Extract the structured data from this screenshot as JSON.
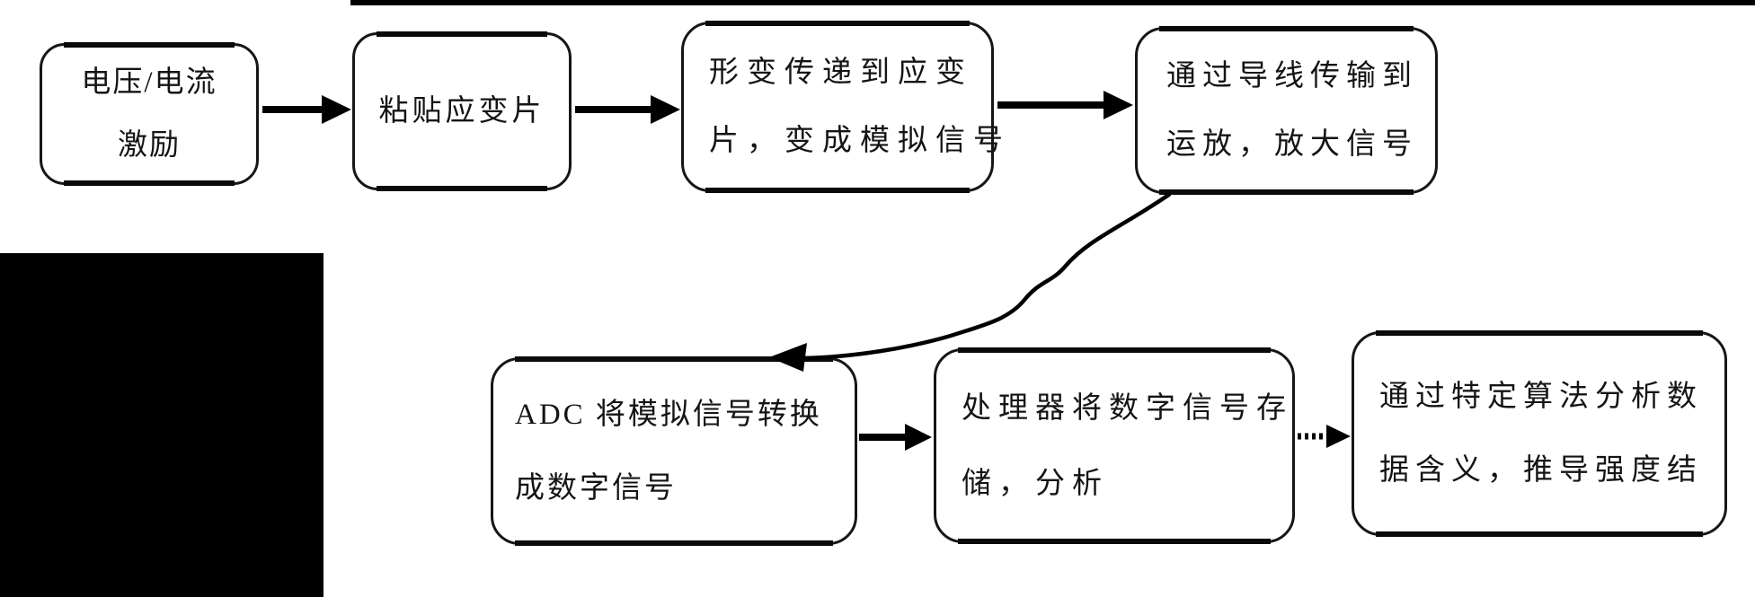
{
  "diagram": {
    "type": "flowchart",
    "description_lang": "zh-CN",
    "colors": {
      "stroke": "#000000",
      "fill": "#ffffff",
      "text": "#141414",
      "redaction": "#000000"
    },
    "boxes": [
      {
        "id": "excitation",
        "lines": [
          "电压/电流",
          "激励"
        ]
      },
      {
        "id": "attach-gauge",
        "lines": [
          "粘贴应变片"
        ]
      },
      {
        "id": "deformation",
        "lines": [
          "形变传递到应变",
          "片，变成模拟信号"
        ]
      },
      {
        "id": "opamp",
        "lines": [
          "通过导线传输到",
          "运放，放大信号"
        ]
      },
      {
        "id": "adc",
        "lines": [
          "ADC 将模拟信号转换",
          "成数字信号"
        ]
      },
      {
        "id": "processor",
        "lines": [
          "处理器将数字信号存",
          "储，分析"
        ]
      },
      {
        "id": "algorithm",
        "lines": [
          "通过特定算法分析数",
          "据含义，推导强度结"
        ]
      }
    ],
    "connectors": [
      {
        "from": "excitation",
        "to": "attach-gauge",
        "style": "solid-arrow"
      },
      {
        "from": "attach-gauge",
        "to": "deformation",
        "style": "solid-arrow"
      },
      {
        "from": "deformation",
        "to": "opamp",
        "style": "solid-arrow"
      },
      {
        "from": "opamp",
        "to": "adc",
        "style": "s-curve-arrow"
      },
      {
        "from": "adc",
        "to": "processor",
        "style": "solid-arrow"
      },
      {
        "from": "processor",
        "to": "algorithm",
        "style": "dotted-arrow"
      }
    ]
  }
}
